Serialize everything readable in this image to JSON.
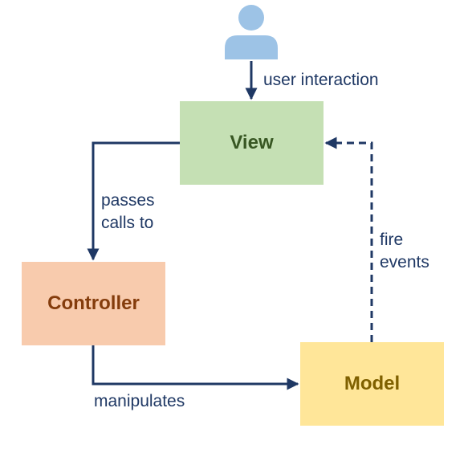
{
  "colors": {
    "line": "#1f3864",
    "label_text": "#1f3864",
    "user_icon": "#9dc3e6",
    "view_fill": "#c5e0b4",
    "view_text": "#385723",
    "controller_fill": "#f8cbad",
    "controller_text": "#843c0c",
    "model_fill": "#ffe699",
    "model_text": "#7f6000"
  },
  "nodes": {
    "user": {
      "icon": "user-icon"
    },
    "view": {
      "label": "View"
    },
    "controller": {
      "label": "Controller"
    },
    "model": {
      "label": "Model"
    }
  },
  "edges": {
    "user_to_view": {
      "label": "user interaction",
      "style": "solid"
    },
    "view_to_controller": {
      "label_line1": "passes",
      "label_line2": "calls to",
      "style": "solid"
    },
    "controller_to_model": {
      "label": "manipulates",
      "style": "solid"
    },
    "model_to_view": {
      "label_line1": "fire",
      "label_line2": "events",
      "style": "dashed"
    }
  }
}
